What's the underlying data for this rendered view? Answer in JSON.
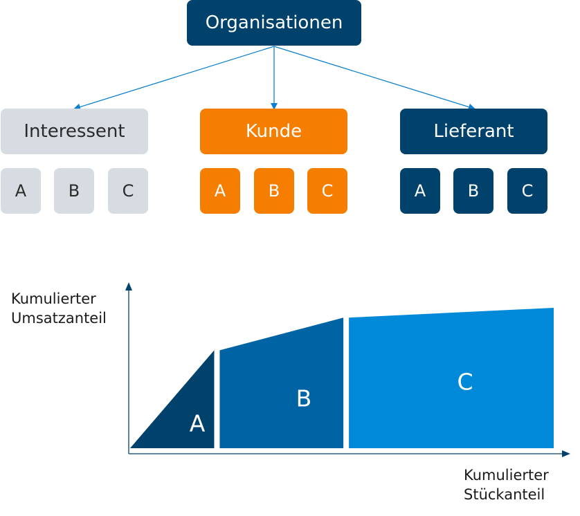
{
  "colors": {
    "navy": "#00426b",
    "orange": "#f57e00",
    "grey": "#d6dce1",
    "grey_text": "#2b2b2b",
    "white": "#ffffff",
    "arrow": "#0a7fcf",
    "segment_a": "#00426b",
    "segment_b": "#0063a3",
    "segment_c": "#0088d9",
    "axis": "#00426b"
  },
  "hierarchy": {
    "root": {
      "label": "Organisationen"
    },
    "categories": [
      {
        "label": "Interessent",
        "style": "grey",
        "subs": [
          "A",
          "B",
          "C"
        ]
      },
      {
        "label": "Kunde",
        "style": "orange",
        "subs": [
          "A",
          "B",
          "C"
        ]
      },
      {
        "label": "Lieferant",
        "style": "navy",
        "subs": [
          "A",
          "B",
          "C"
        ]
      }
    ]
  },
  "chart_data": {
    "type": "area",
    "ylabel_line1": "Kumulierter",
    "ylabel_line2": "Umsatzanteil",
    "xlabel_line1": "Kumulierter",
    "xlabel_line2": "Stückanteil",
    "segments": [
      {
        "label": "A",
        "start_share": 0.0,
        "end_share": 0.205,
        "start_value": 0.0,
        "end_value": 0.6
      },
      {
        "label": "B",
        "start_share": 0.205,
        "end_share": 0.51,
        "start_value": 0.6,
        "end_value": 0.8
      },
      {
        "label": "C",
        "start_share": 0.51,
        "end_share": 1.0,
        "start_value": 0.8,
        "end_value": 0.86
      }
    ]
  }
}
